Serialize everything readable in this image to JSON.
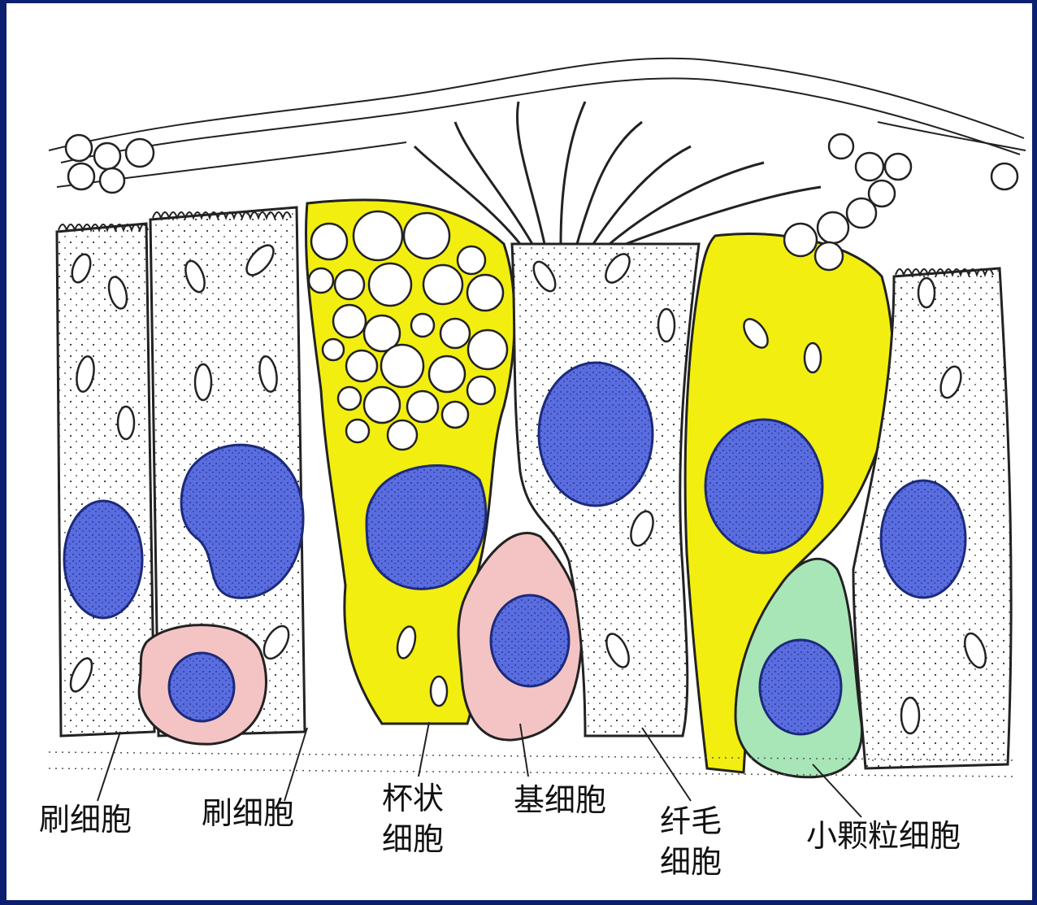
{
  "colors": {
    "frame_border": "#0b1f6e",
    "nucleus": "#5a6de0",
    "goblet_cytoplasm": "#f2ee10",
    "basal_cytoplasm": "#f4c4c4",
    "granule_cell_cytoplasm": "#a8e6b8",
    "background": "#ffffff"
  },
  "labels": {
    "brush_cell_1": "刷细胞",
    "brush_cell_2": "刷细胞",
    "goblet_cell_line1": "杯状",
    "goblet_cell_line2": "细胞",
    "basal_cell": "基细胞",
    "ciliated_cell_line1": "纤毛",
    "ciliated_cell_line2": "细胞",
    "small_granule_cell": "小颗粒细胞"
  }
}
